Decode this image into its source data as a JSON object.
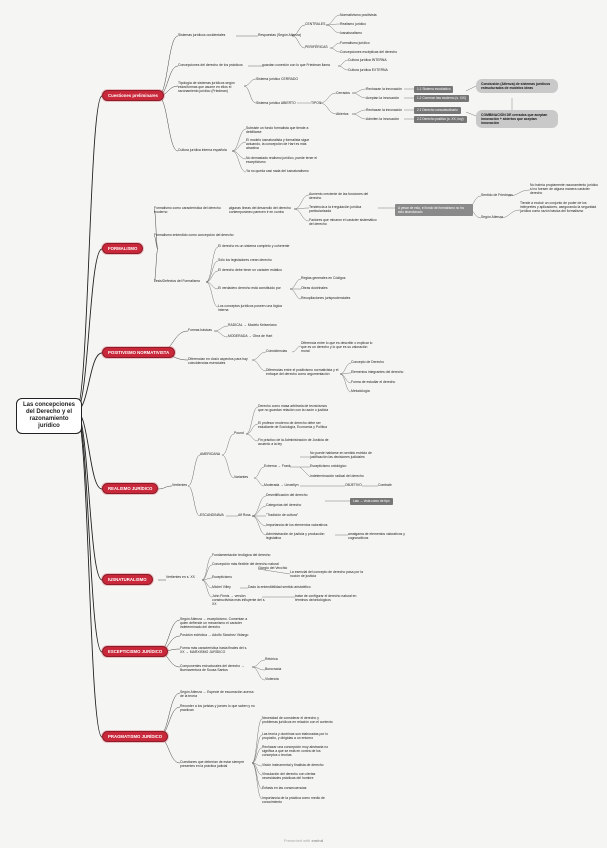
{
  "root": "Las concepciones del Derecho y el razonamiento jurídico",
  "categories": [
    "Cuestiones preliminares",
    "FORMALISMO",
    "POSITIVISMO NORMATIVISTA",
    "REALISMO JURÍDICO",
    "IUSNATURALISMO",
    "ESCEPTICISMO JURÍDICO",
    "PRAGMATISMO JURÍDICO"
  ],
  "prelim": {
    "sistemas": "Sistemas jurídicos occidentales",
    "respuestas": "Respuestas (Según Atienza)",
    "centrales": "CENTRALES",
    "perifericas": "PERIFÉRICAS",
    "centrales_items": [
      "Normativismo positivista",
      "Realismo jurídico",
      "Iusnaturalismo"
    ],
    "perifericas_items": [
      "Formalismo jurídico",
      "Concepciones escépticas del derecho"
    ],
    "concepciones": "Concepciones del derecho de los prácticos",
    "cultura_div": "guardan conexión con lo que Friedman llama",
    "cultura_interna": "Cultura jurídica INTERNA",
    "cultura_externa": "Cultura jurídica EXTERNA",
    "tipologia": "Tipología de sistemas jurídicos según estos/formas que asume en ellos el razonamiento jurídico (Friedman)",
    "cerrado": "Sistema jurídico CERRADO",
    "abierto": "Sistema jurídico ABIERTO",
    "tipos": "TIPOS",
    "cerrados_lbl": "Cerrados",
    "abiertos_lbl": "Abiertos",
    "rechazan": "Rechazan la innovación",
    "aceptan": "Aceptan la innovación",
    "rechazan2": "Rechazan la innovación",
    "admiten": "Admiten la innovación",
    "box1": "1.1 Sistema escolástico",
    "box2": "1.2 Common law moderno (s. XIX)",
    "box3": "2.1 Derecho consuetudinario",
    "box4": "2.2 Derecho positivo (s. XX, hoy)",
    "callout1": "Conclusión (Atienza) de sistemas jurídicos estructurados de modelos ideas",
    "callout2": "COMBINACIÓN DE cerrados que aceptan innovación + abiertos que aceptan innovación",
    "espanola": "Cultura jurídica interna española",
    "esp_items": [
      "Subsiste un fondo formalista que tiende a debilitarse",
      "El modelo iusnaturalista y formalista sigue actuando, la concepción de Hart es más atractiva",
      "No demasiado realismo jurídico, puede tener el escepticismo",
      "Ya no queda casi nada del iusnaturalismo"
    ]
  },
  "formalismo": {
    "caract": "Formalismo como característica del derecho moderno",
    "algunas": "algunas líneas del desarrollo del derecho contemporáneo parecen ir en contra",
    "aumento": "Aumento creciente de las funciones del derecho",
    "tendencia": "Tendencia a la irregulación jurídica particularizada",
    "factores": "Factores que minaron el carácter sistemático del derecho",
    "pesar_box": "A pesar de esto, el fondo del formalismo no ha sido abandonado",
    "sentido_friedman": "Sentido de Friedman",
    "segun_atienza": "Según Atienza",
    "friedman_text": "No habría propiamente razonamiento jurídico si no fuesen de alguna manera carácter derecho",
    "atienza_text": "Tiende a excluir un conjunto de poder de los intérpretes y aplicadores, asegurando la seguridad jurídica como razón básica del formalismo",
    "entendido": "Formalismo entendido como concepción del derecho",
    "tesis": "Tesis/Defectos del Formalismo",
    "tesis_items": [
      "El derecho es un sistema completo y coherente",
      "Sólo los legisladores crean derecho",
      "El derecho debe tener un carácter estático",
      "El verdadero derecho está constituido por",
      "Los conceptos jurídicos poseen una lógica interna"
    ],
    "constituido": [
      "Reglas generales en Códigos",
      "Obras doctrinales",
      "Recopilaciones jurisprudenciales"
    ]
  },
  "positivismo": {
    "formas": "Formas básicas",
    "radical": "RADICAL → Modelo Kelseniano",
    "moderada": "MODERADA → Obra de Hart",
    "diferencias": "Diferencian en dos/o aspectos para hay coincidencias esenciales",
    "coincidencias": "Coincidencias",
    "coin_text": "Diferencia entre lo que es describir o explicar lo que es un derecho y lo que es su valoración moral",
    "dif_text": "Diferencias entre el positivismo normativista y el enfoque del derecho como argumentación",
    "dif_items": [
      "Concepto de Derecho",
      "Elementos integrantes del derecho",
      "Forma de estudiar el derecho",
      "Metodología"
    ]
  },
  "realismo": {
    "vertientes": "Vertientes",
    "americana": "AMERICANA",
    "escandinava": "ESCANDINAVA",
    "pound": "Pound",
    "pound_items": [
      "Derecho como masa arbitraria de tecnicismos que no guardan relación con la razón o justicia",
      "El profesor moderno de derecho debe ser estudiante de Sociología, Economía y Política",
      "Fin práctico de la Administración de Justicia de acuerdo a la ley"
    ],
    "variantes": "Variantes",
    "var_note": "No puede hablarse en sentido estricto de justificación las decisiones judiciales",
    "extrema": "Extrema → Frank",
    "moderada": "Moderada → Llewellyn",
    "esc_items": [
      "Escepticismo ontológico",
      "Indeterminación radical del derecho"
    ],
    "objetivo": "OBJETIVO",
    "combatir": "Combatir",
    "alf": "Alf Ross",
    "ross_items": [
      "Desmitificación del derecho",
      "Categorías del derecho",
      "\"Tradición de cultura\"",
      "Importancia de los elementos valorativos",
      "Administración de justicia y producción legislativa"
    ],
    "ross_box": "Law → vista como de tipo",
    "ross_extra": "amalgama de elementos valorativos y cognoscitivos"
  },
  "iusnaturalismo": {
    "vertientes": "Vertientes en s. XX",
    "items": [
      "Fundamentación teológica del derecho",
      "Concepción más flexible del derecho natural",
      "Escepticismo",
      "Michel Villey",
      "John Finnis → versión constructivista más influyente del s. XX"
    ],
    "giorgio": "Giorgio del Vecchio",
    "giorgio_text": "La esencial del concepto de derecho pasa por la noción de justicia",
    "villey_text": "Dado la entendibilidad sentido aristotélico",
    "finnis_text": "tratar de configurar el derecho natural en términos de/ontológicos"
  },
  "escepticismo": {
    "atienza": "Según Atienza → escepticismo. Comentan a quien defiende un mecanismo el carácter indeterminado del derecho",
    "posicion": "Posición ecléctica → Adolfo Sánchez Vidargo",
    "forma": "Forma más característica hasta finales del s. XX → MARXISMO JURÍDICO",
    "componentes": "Componentes estructurales del derecho → Buenaventura de Sousa Santos",
    "comp_items": [
      "Retórica",
      "Burocracia",
      "Violencia"
    ]
  },
  "pragmatismo": {
    "atienza": "Según Atienza → Especie de escurración acerca de la teoría",
    "recorde": "Recorder a los juristas y jueces lo que saben y no practican",
    "cuestiones": "Cuestiones que deberían de estar siempre presentes en la práctica judicial",
    "items": [
      "Necesidad de considerar el derecho y problemas jurídicos en relación con el contexto",
      "Las teoría y doctrinas son elaboradas por lo propósito, y dirigidas a un entorno",
      "Rechazar una concepción muy abstracta no significa a que se está en contra de los conceptos o teorías",
      "Visión instrumental y finalista de derecho",
      "Vinculación del derecho con ciertas necesidades prácticas del hombre",
      "Énfasis en las consecuencias",
      "Importancia de la práctica como medio de conocimiento"
    ]
  },
  "footer": {
    "pre": "Presented with",
    "brand": "xmind"
  }
}
